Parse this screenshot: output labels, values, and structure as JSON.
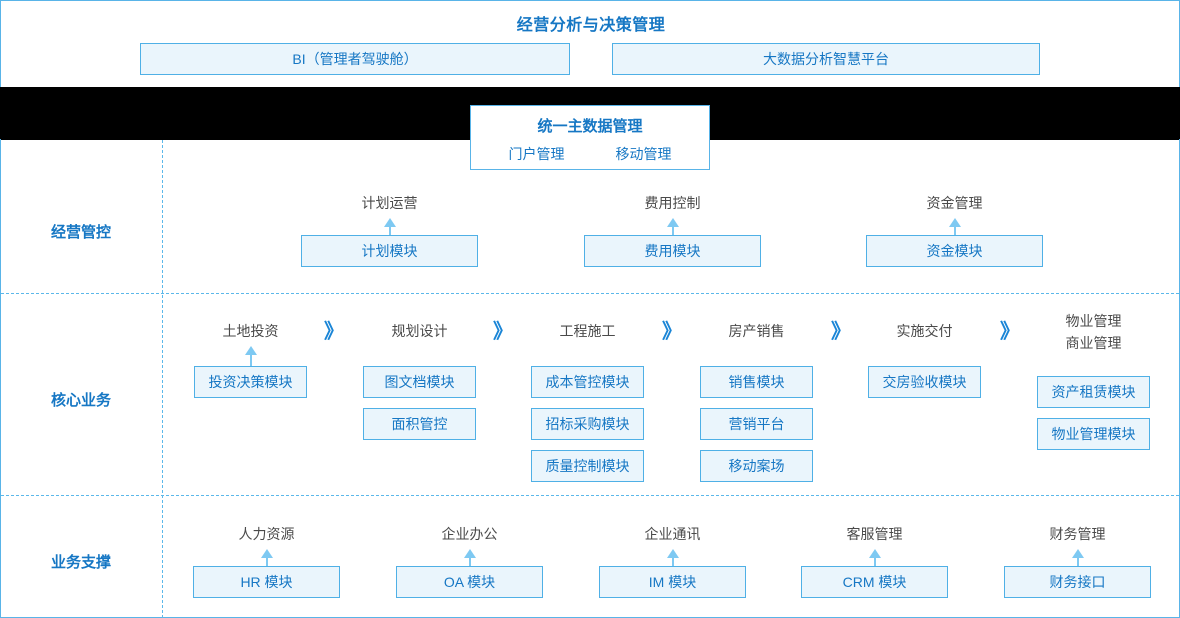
{
  "colors": {
    "accent": "#1677c4",
    "border": "#4fb0e6",
    "fill": "#eaf5fc",
    "arrow": "#7ec9f2",
    "label_text": "#4a4a4a",
    "band": "#000000"
  },
  "top": {
    "title": "经营分析与决策管理",
    "items": [
      {
        "label": "BI（管理者驾驶舱）"
      },
      {
        "label": "大数据分析智慧平台"
      }
    ]
  },
  "master_data": {
    "title": "统一主数据管理",
    "sub_items": [
      {
        "label": "门户管理"
      },
      {
        "label": "移动管理"
      }
    ]
  },
  "rows": [
    {
      "key": "management",
      "label": "经营管控"
    },
    {
      "key": "core",
      "label": "核心业务"
    },
    {
      "key": "support",
      "label": "业务支撑"
    }
  ],
  "management_columns": [
    {
      "label": "计划运营",
      "module": "计划模块"
    },
    {
      "label": "费用控制",
      "module": "费用模块"
    },
    {
      "label": "资金管理",
      "module": "资金模块"
    }
  ],
  "core_columns": [
    {
      "label": "土地投资",
      "modules": [
        "投资决策模块"
      ],
      "has_arrow": true
    },
    {
      "label": "规划设计",
      "modules": [
        "图文档模块",
        "面积管控"
      ],
      "has_arrow": false
    },
    {
      "label": "工程施工",
      "modules": [
        "成本管控模块",
        "招标采购模块",
        "质量控制模块"
      ],
      "has_arrow": false
    },
    {
      "label": "房产销售",
      "modules": [
        "销售模块",
        "营销平台",
        "移动案场"
      ],
      "has_arrow": false
    },
    {
      "label": "实施交付",
      "modules": [
        "交房验收模块"
      ],
      "has_arrow": false
    },
    {
      "label": "物业管理\n商业管理",
      "modules": [
        "资产租赁模块",
        "物业管理模块"
      ],
      "has_arrow": false
    }
  ],
  "core_chevron": "》",
  "support_columns": [
    {
      "label": "人力资源",
      "module": "HR 模块"
    },
    {
      "label": "企业办公",
      "module": "OA 模块"
    },
    {
      "label": "企业通讯",
      "module": "IM 模块"
    },
    {
      "label": "客服管理",
      "module": "CRM 模块"
    },
    {
      "label": "财务管理",
      "module": "财务接口"
    }
  ]
}
